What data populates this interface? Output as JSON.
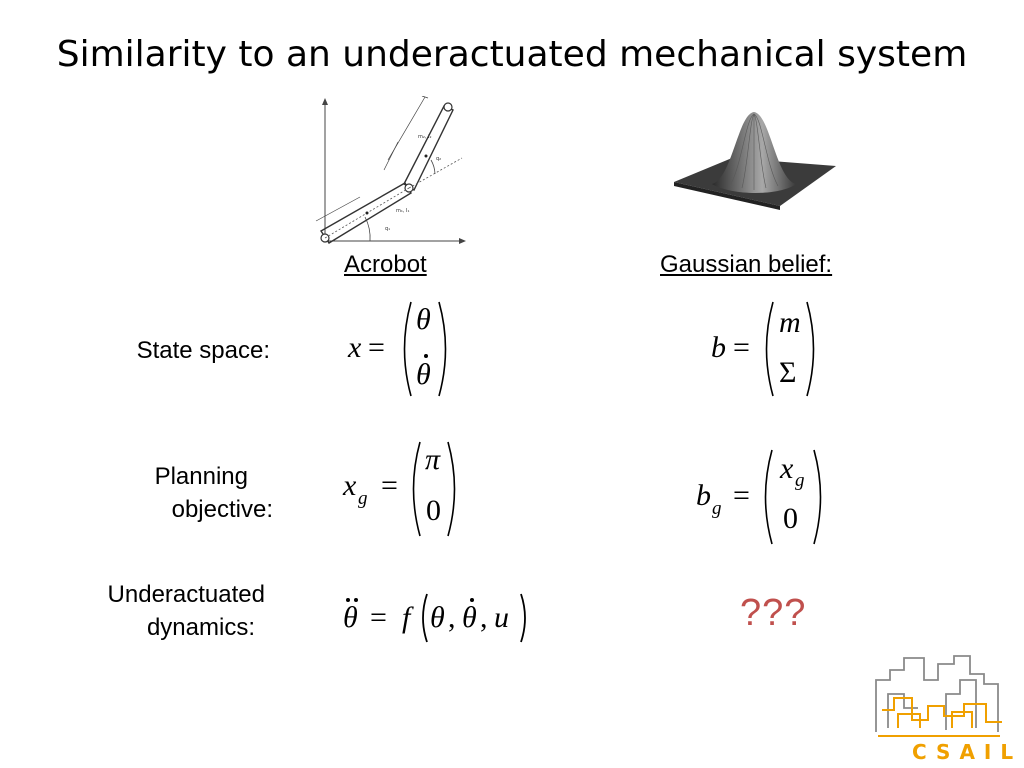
{
  "slide": {
    "title": "Similarity to an underactuated mechanical system",
    "columns": {
      "acrobot": "Acrobot",
      "gaussian": "Gaussian belief:"
    },
    "rows": {
      "state_space": "State space:",
      "planning_line1": "Planning",
      "planning_line2": "objective:",
      "dynamics_line1": "Underactuated",
      "dynamics_line2": "dynamics:"
    },
    "equations": {
      "x_var": "x",
      "theta": "θ",
      "b_var": "b",
      "m_var": "m",
      "sigma": "Σ",
      "g_sub": "g",
      "pi": "π",
      "zero": "0",
      "eq": "=",
      "f_var": "f",
      "u_var": "u",
      "comma": ","
    },
    "unknown": "???",
    "logo_text": "CSAIL",
    "colors": {
      "question_marks": "#c0504d",
      "logo_orange": "#f0a000",
      "logo_gray": "#8a8a8a"
    }
  }
}
